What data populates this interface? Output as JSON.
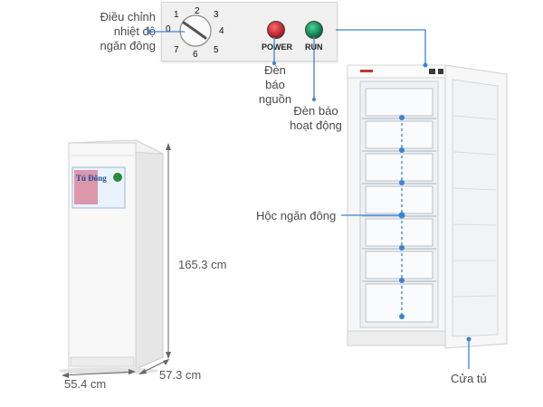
{
  "labels": {
    "temp_control": [
      "Điều chỉnh",
      "nhiệt độ",
      "ngăn đông"
    ],
    "power_led": [
      "Đèn báo",
      "nguồn"
    ],
    "run_led": [
      "Đèn báo",
      "hoạt động"
    ],
    "drawers": "Hộc ngăn đông",
    "door": "Cửa tủ"
  },
  "panel": {
    "dial_marks": [
      "0",
      "1",
      "2",
      "3",
      "4",
      "5",
      "6",
      "7"
    ],
    "power_label": "POWER",
    "run_label": "RUN"
  },
  "dimensions": {
    "height": "165.3 cm",
    "width": "55.4 cm",
    "depth": "57.3 cm"
  },
  "front_sticker": {
    "title": "Tủ Đông"
  },
  "colors": {
    "accent_line": "#3d83d1",
    "power_led": "#b3202a",
    "run_led": "#0f7a4a"
  }
}
